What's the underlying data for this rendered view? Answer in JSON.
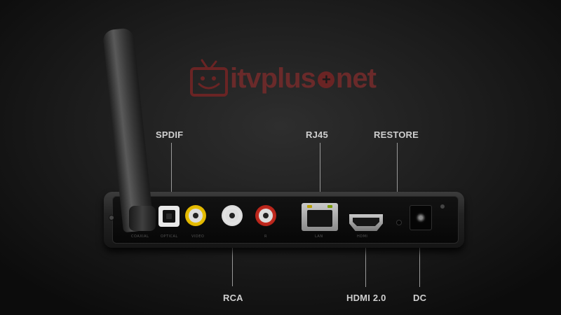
{
  "logo": {
    "brand_before": "itvplus",
    "brand_symbol": "+",
    "brand_after": "net",
    "icon": "tv-smiley-icon",
    "color": "#6a2a2a"
  },
  "labels": {
    "spdif": "SPDIF",
    "rj45": "RJ45",
    "restore": "RESTORE",
    "rca": "RCA",
    "hdmi": "HDMI 2.0",
    "dc": "DC"
  },
  "ports": {
    "coaxial": "COAXIAL",
    "optical": "OPTICAL",
    "video": "VIDEO",
    "r": "R",
    "lan": "LAN",
    "hdmi": "HDMI"
  },
  "colors": {
    "rca_video": "#f7d400",
    "rca_left": "#ffffff",
    "rca_right": "#e53a2c"
  }
}
